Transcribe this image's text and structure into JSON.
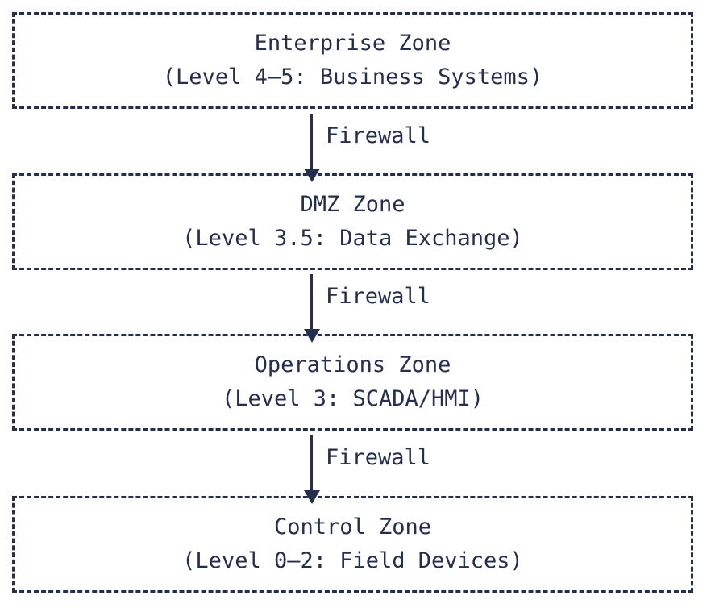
{
  "diagram": {
    "type": "network-segmentation-zone-model",
    "accent_color": "#252f4d",
    "background_color": "#ffffff",
    "zones": [
      {
        "id": "enterprise",
        "title": "Enterprise Zone",
        "subtitle": "(Level 4–5: Business Systems)"
      },
      {
        "id": "dmz",
        "title": "DMZ Zone",
        "subtitle": "(Level 3.5: Data Exchange)"
      },
      {
        "id": "operations",
        "title": "Operations Zone",
        "subtitle": "(Level 3: SCADA/HMI)"
      },
      {
        "id": "control",
        "title": "Control Zone",
        "subtitle": "(Level 0–2: Field Devices)"
      }
    ],
    "connectors": [
      {
        "id": "enterprise-to-dmz",
        "label": "Firewall",
        "arrow": "down-triangle"
      },
      {
        "id": "dmz-to-operations",
        "label": "Firewall",
        "arrow": "down-triangle"
      },
      {
        "id": "operations-to-control",
        "label": "Firewall",
        "arrow": "down-triangle"
      }
    ]
  }
}
